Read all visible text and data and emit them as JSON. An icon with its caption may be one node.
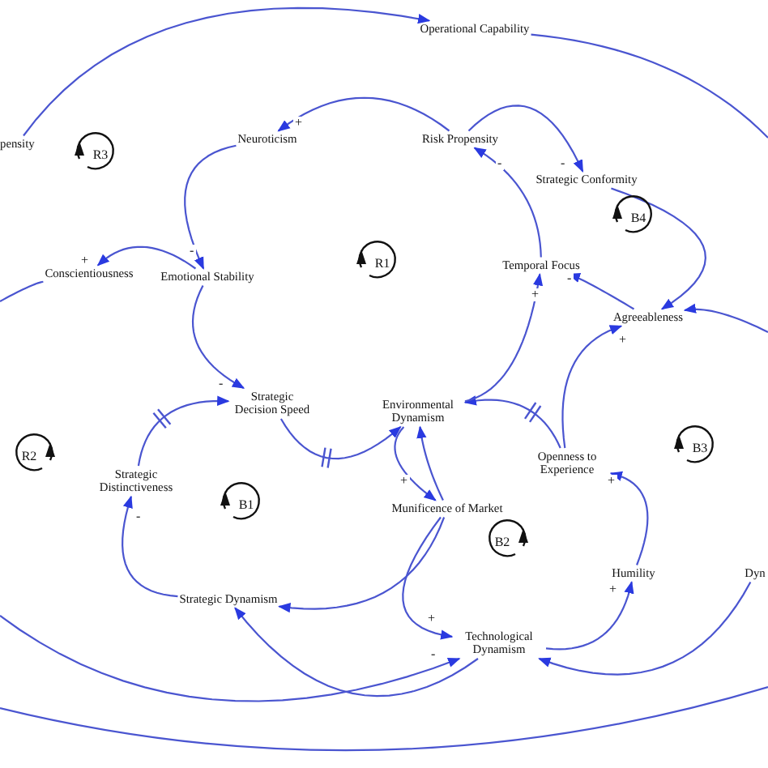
{
  "diagram": {
    "nodes": [
      {
        "text": [
          "Operational Capability"
        ]
      },
      {
        "text": [
          "pensity"
        ]
      },
      {
        "text": [
          "Neuroticism"
        ]
      },
      {
        "text": [
          "Risk Propensity"
        ]
      },
      {
        "text": [
          "Strategic Conformity"
        ]
      },
      {
        "text": [
          "Conscientiousness"
        ]
      },
      {
        "text": [
          "Emotional Stability"
        ]
      },
      {
        "text": [
          "Temporal Focus"
        ]
      },
      {
        "text": [
          "Agreeableness"
        ]
      },
      {
        "text": [
          "Strategic Decision Speed"
        ]
      },
      {
        "text": [
          "Environmental Dynamism"
        ]
      },
      {
        "text": [
          "Openness to Experience"
        ]
      },
      {
        "text": [
          "Strategic Distinctiveness"
        ]
      },
      {
        "text": [
          "Munificence of Market"
        ]
      },
      {
        "text": [
          "Humility"
        ]
      },
      {
        "text": [
          "Dyn"
        ]
      },
      {
        "text": [
          "Strategic Dynamism"
        ]
      },
      {
        "text": [
          "Technological Dynamism"
        ]
      }
    ],
    "edges": [
      {
        "from": 1,
        "to": 0,
        "arrow": "to"
      },
      {
        "from": 0,
        "to": null,
        "arrow": "none"
      },
      {
        "from": 3,
        "to": 2,
        "arrow": "to",
        "label": "+"
      },
      {
        "from": 3,
        "to": 4,
        "arrow": "to",
        "label": "-"
      },
      {
        "from": 4,
        "to": 8,
        "arrow": "to"
      },
      {
        "from": 8,
        "to": 7,
        "arrow": "to",
        "label": "-"
      },
      {
        "from": 7,
        "to": 3,
        "arrow": "to",
        "label": "-"
      },
      {
        "from": 2,
        "to": 6,
        "arrow": "to",
        "label": "-"
      },
      {
        "from": 6,
        "to": 5,
        "arrow": "to",
        "label": "+"
      },
      {
        "from": 5,
        "to": null,
        "arrow": "none"
      },
      {
        "from": 6,
        "to": 9,
        "arrow": "to",
        "label": "-"
      },
      {
        "from": 9,
        "to": 10,
        "arrow": "to"
      },
      {
        "from": 11,
        "to": 10,
        "arrow": "to"
      },
      {
        "from": 10,
        "to": 7,
        "arrow": "to",
        "label": "+"
      },
      {
        "from": 11,
        "to": 8,
        "arrow": "to",
        "label": "+"
      },
      {
        "from": 10,
        "to": 13,
        "arrow": "to",
        "label": "+"
      },
      {
        "from": 13,
        "to": 10,
        "arrow": "to"
      },
      {
        "from": 13,
        "to": 16,
        "arrow": "to"
      },
      {
        "from": 13,
        "to": 17,
        "arrow": "to",
        "label": "+"
      },
      {
        "from": 16,
        "to": 12,
        "arrow": "to",
        "label": "-"
      },
      {
        "from": 12,
        "to": 9,
        "arrow": "to"
      },
      {
        "from": 17,
        "to": 14,
        "arrow": "to",
        "label": "+"
      },
      {
        "from": 14,
        "to": 11,
        "arrow": "to",
        "label": "+"
      },
      {
        "from": 17,
        "to": 16,
        "arrow": "to"
      },
      {
        "from": null,
        "to": 17,
        "arrow": "to",
        "label": "-"
      },
      {
        "from": 15,
        "to": 17,
        "arrow": "to"
      },
      {
        "from": null,
        "to": 8,
        "arrow": "to"
      }
    ],
    "labels": [
      "R3",
      "R1",
      "B4",
      "R2",
      "B1",
      "B2",
      "B3"
    ]
  }
}
